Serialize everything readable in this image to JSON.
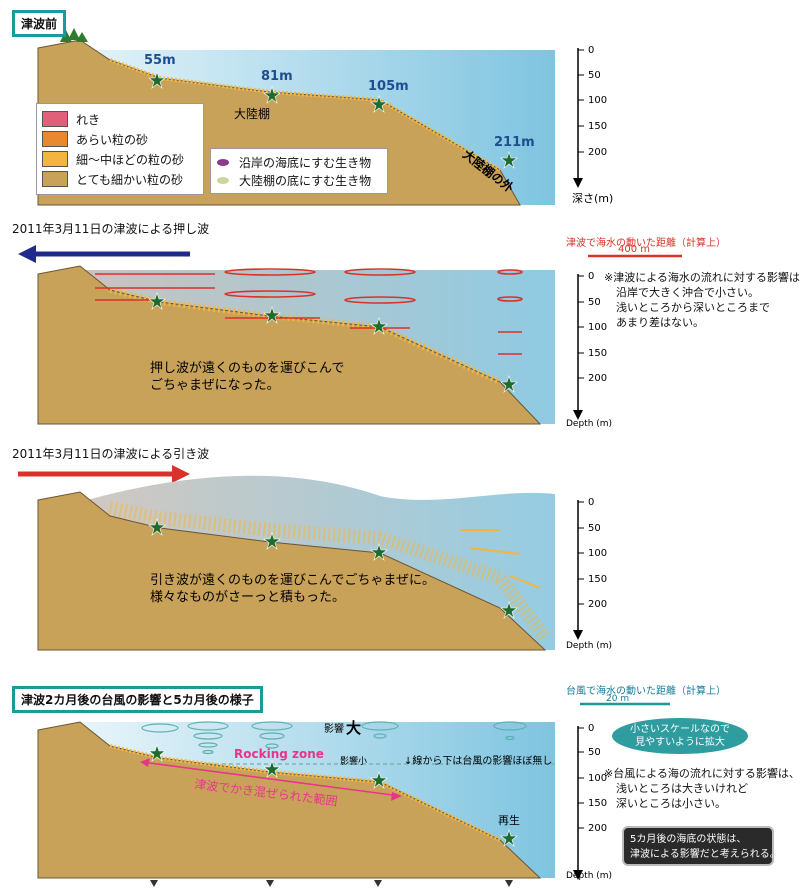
{
  "panel1": {
    "tag": "津波前",
    "points": [
      "55m",
      "81m",
      "105m",
      "211m"
    ],
    "shelf_label": "大陸棚",
    "outer_label": "大陸棚の外",
    "axis_title": "深さ(m)",
    "legend_sediment": [
      {
        "label": "れき",
        "color": "#e0607a"
      },
      {
        "label": "あらい粒の砂",
        "color": "#e8892f"
      },
      {
        "label": "細〜中ほどの粒の砂",
        "color": "#f2b640"
      },
      {
        "label": "とても細かい粒の砂",
        "color": "#c9a25a"
      }
    ],
    "legend_life": [
      {
        "label": "沿岸の海底にすむ生き物",
        "color": "#8a3c8a"
      },
      {
        "label": "大陸棚の底にすむ生き物",
        "color": "#c8d89a"
      }
    ]
  },
  "panel2": {
    "title": "2011年3月11日の津波による押し波",
    "scale_title": "津波で海水の動いた距離（計算上）",
    "scale_value": "400 m",
    "note": [
      "※津波による海水の流れに対する影響は、",
      "沿岸で大きく沖合で小さい。",
      "浅いところから深いところまで",
      "あまり差はない。"
    ],
    "caption": [
      "押し波が遠くのものを運びこんで",
      "ごちゃまぜになった。"
    ],
    "axis_title": "Depth (m)"
  },
  "panel3": {
    "title": "2011年3月11日の津波による引き波",
    "caption": [
      "引き波が遠くのものを運びこんでごちゃまぜに。",
      "様々なものがさーっと積もった。"
    ],
    "axis_title": "Depth (m)"
  },
  "panel4": {
    "tag": "津波2カ月後の台風の影響と5カ月後の様子",
    "scale_title": "台風で海水の動いた距離（計算上）",
    "scale_value": "20 m",
    "bubble": [
      "小さいスケールなので",
      "見やすいように拡大"
    ],
    "effect_large_prefix": "影響",
    "effect_large": "大",
    "effect_small": "影響小",
    "rocking": "Rocking zone",
    "boundary_note": "↓線から下は台風の影響ほぼ無し",
    "mixed_range": "津波でかき混ぜられた範囲",
    "regen": "再生",
    "note": [
      "※台風による海の流れに対する影響は、",
      "浅いところは大きいけれど",
      "深いところは小さい。"
    ],
    "box": [
      "5カ月後の海底の状態は、",
      "津波による影響だと考えられる。"
    ],
    "axis_title": "Depth (m)"
  },
  "depth_ticks": [
    "0",
    "50",
    "100",
    "150",
    "200"
  ],
  "colors": {
    "teal": "#1a9a9a",
    "navy": "#1f2a8a",
    "red_arrow": "#d8322a",
    "sea": "#bfe3f0",
    "ground": "#c9a25a",
    "star": "#1f6b2e"
  }
}
